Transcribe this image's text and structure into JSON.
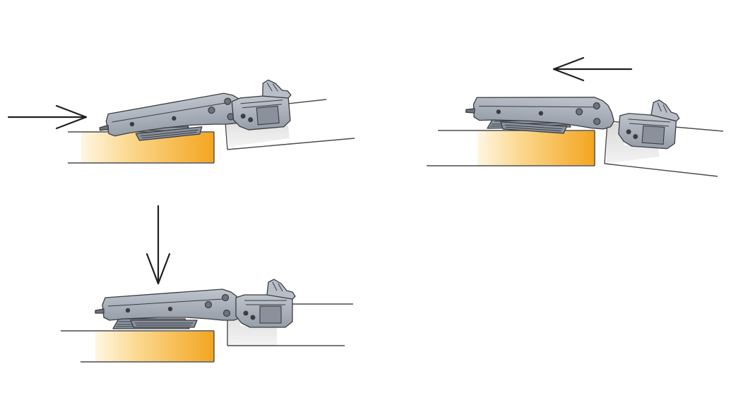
{
  "diagram": {
    "type": "hinge-mounting-sequence",
    "panel_count": 3,
    "colors": {
      "background": "#ffffff",
      "hinge_metal": "#a9b0bb",
      "hinge_outline": "#3a3d42",
      "mounting_plate": "#8f97a3",
      "cabinet_side_wood": "#f3a51f",
      "cabinet_side_wood_light": "#fff6e2",
      "door_panel": "#e6e6e6",
      "arrow": "#1f1f1f"
    },
    "panels": [
      {
        "id": "step-1",
        "position": "top-left",
        "arrow_direction": "right",
        "arrow_icon": "arrow-right-icon",
        "door_state": "tilted"
      },
      {
        "id": "step-2",
        "position": "bottom-left",
        "arrow_direction": "down",
        "arrow_icon": "arrow-down-icon",
        "door_state": "flat"
      },
      {
        "id": "step-3",
        "position": "top-right",
        "arrow_direction": "left",
        "arrow_icon": "arrow-left-icon",
        "door_state": "tilted"
      }
    ]
  }
}
